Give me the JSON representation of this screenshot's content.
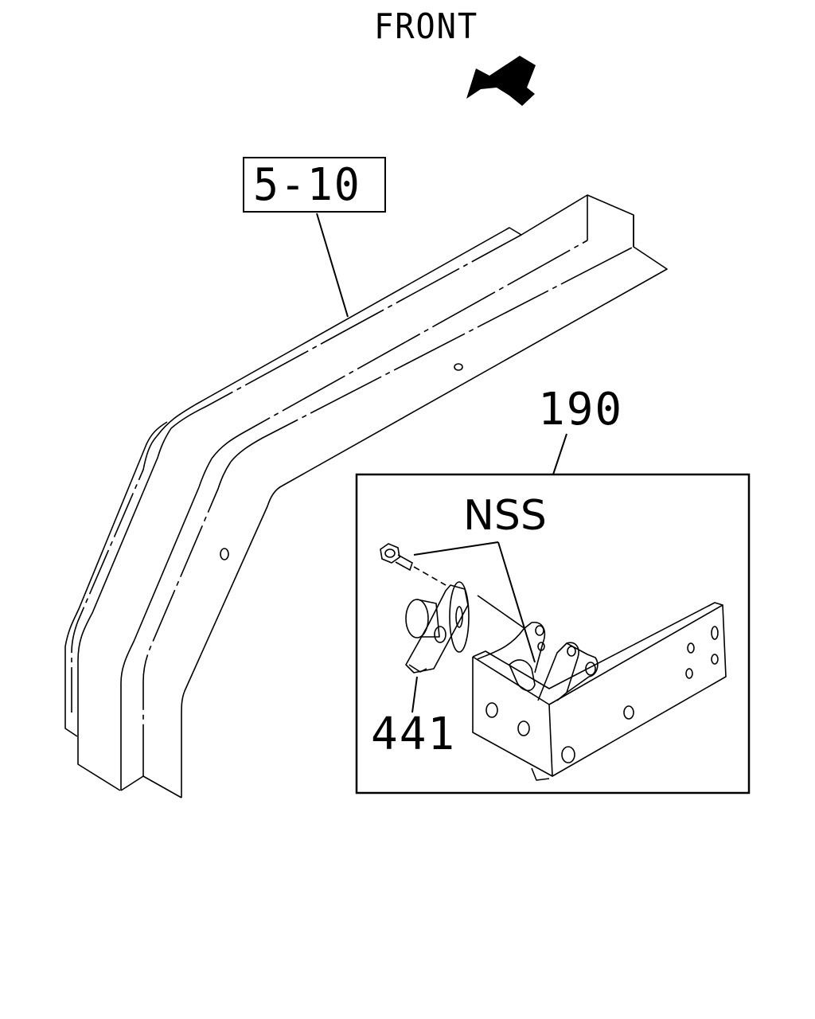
{
  "labels": {
    "front": "FRONT",
    "reference": "5-10",
    "part_190": "190",
    "part_nss": "NSS",
    "part_441": "441"
  },
  "colors": {
    "line": "#000000",
    "background": "#ffffff"
  },
  "icons": {
    "direction": "front-arrow-icon"
  }
}
